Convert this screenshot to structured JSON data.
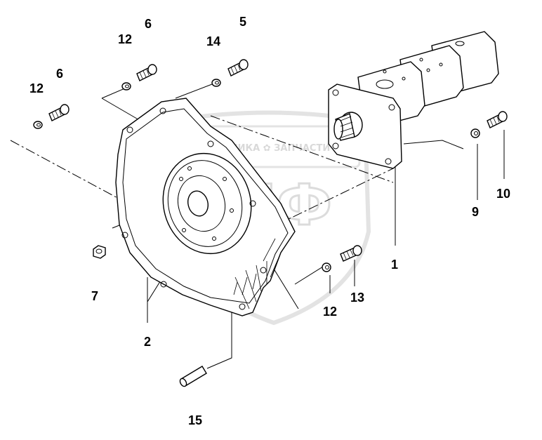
{
  "watermark": {
    "line": "ТЕХНИКА  ✿  ЗАПЧАСТИ",
    "big": "СПФ"
  },
  "callouts": [
    {
      "id": "c1",
      "label": "1"
    },
    {
      "id": "c2",
      "label": "2"
    },
    {
      "id": "c5",
      "label": "5"
    },
    {
      "id": "c6a",
      "label": "6"
    },
    {
      "id": "c6b",
      "label": "6"
    },
    {
      "id": "c7",
      "label": "7"
    },
    {
      "id": "c9",
      "label": "9"
    },
    {
      "id": "c10",
      "label": "10"
    },
    {
      "id": "c12a",
      "label": "12"
    },
    {
      "id": "c12b",
      "label": "12"
    },
    {
      "id": "c12c",
      "label": "12"
    },
    {
      "id": "c13",
      "label": "13"
    },
    {
      "id": "c14",
      "label": "14"
    },
    {
      "id": "c15",
      "label": "15"
    }
  ]
}
